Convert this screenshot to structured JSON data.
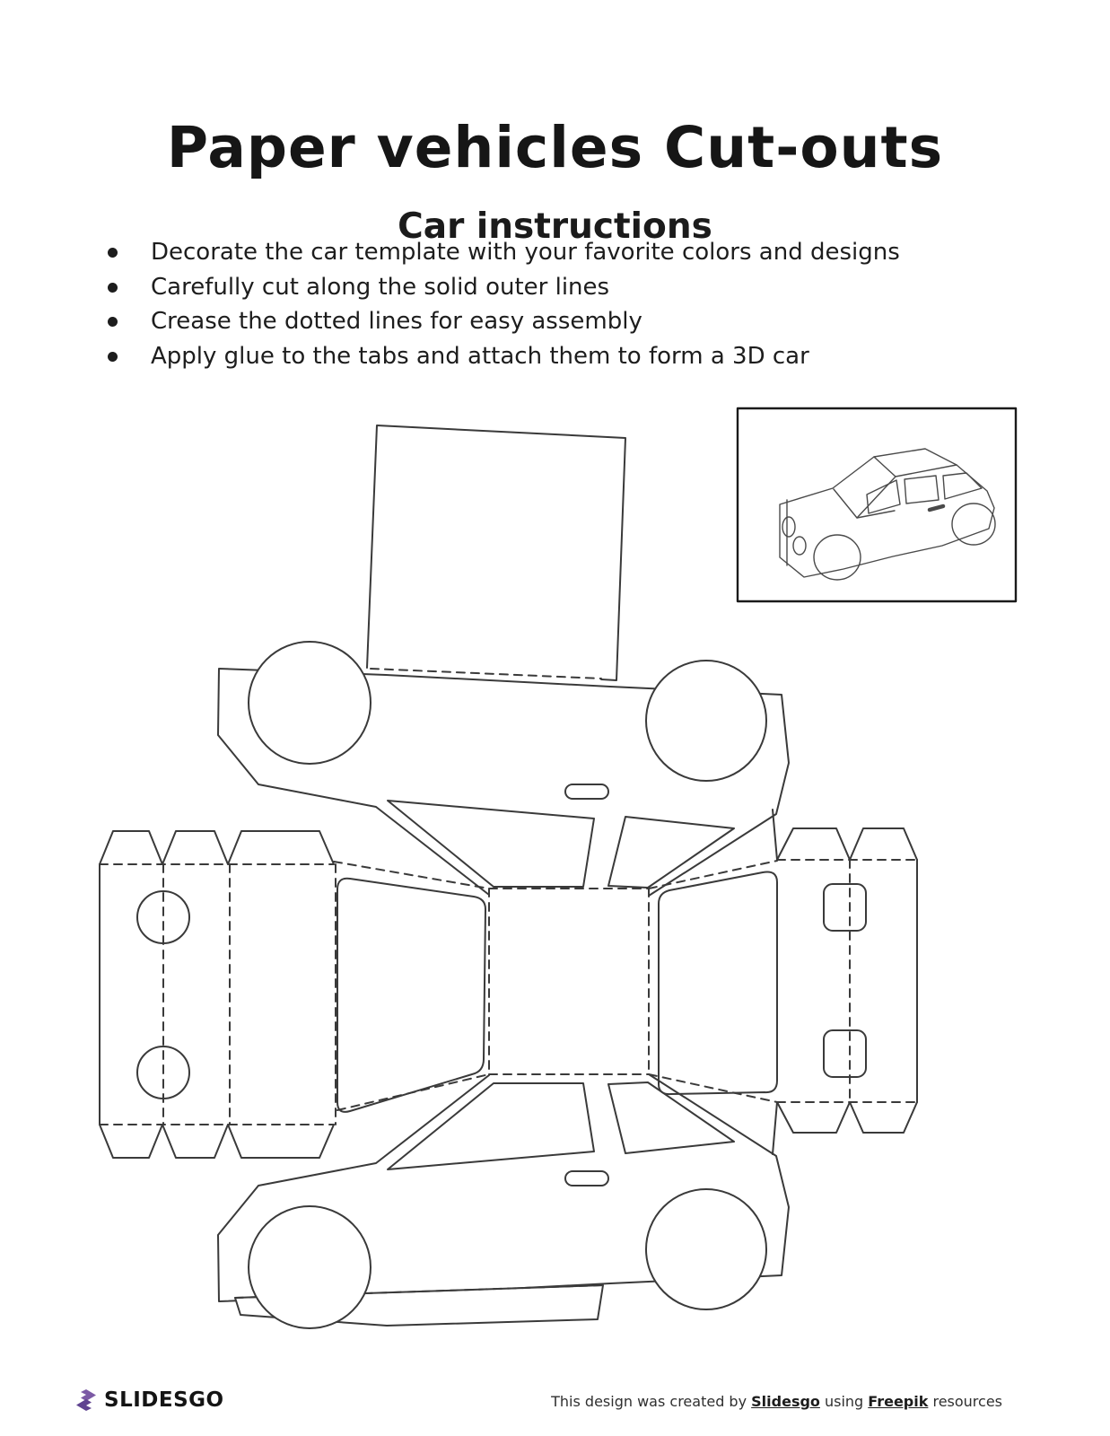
{
  "page": {
    "title": "Paper vehicles Cut-outs",
    "subtitle": "Car instructions"
  },
  "instructions": [
    "Decorate the car template with your favorite colors and designs",
    "Carefully cut along the solid outer lines",
    "Crease the dotted lines for easy assembly",
    "Apply glue to the tabs and attach them to form a 3D car"
  ],
  "diagram": {
    "template_name": "car-cutout-template",
    "preview_name": "assembled-car-preview"
  },
  "footer": {
    "logo_text": "SLIDESGO",
    "attribution": {
      "prefix": "This design was created by ",
      "brand": "Slidesgo",
      "middle": " using ",
      "resource": "Freepik",
      "suffix": " resources"
    }
  },
  "colors": {
    "line": "#3a3a3a",
    "preview_line": "#4a4a4a",
    "text": "#1b1b1b",
    "logo_purple": "#7C5AA5",
    "logo_purple_dark": "#5F4390"
  }
}
